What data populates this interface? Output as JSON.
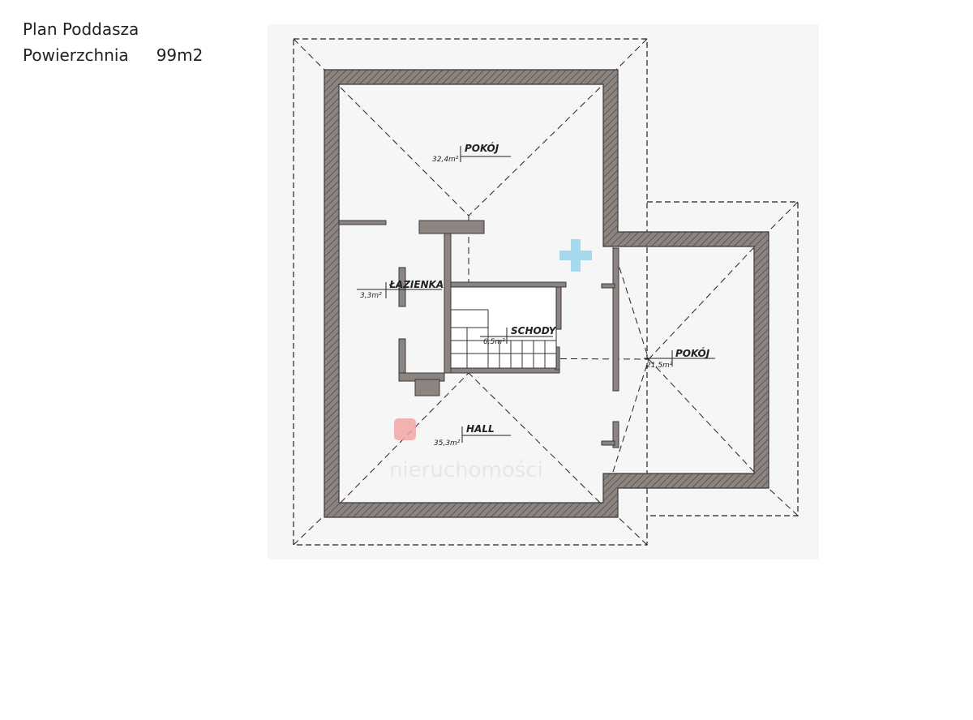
{
  "header": {
    "title": "Plan Poddasza",
    "area_label": "Powierzchnia",
    "area_value": "99m2"
  },
  "rooms": {
    "pokoj_top": {
      "name": "POKÓJ",
      "area": "32,4m²"
    },
    "lazienka": {
      "name": "ŁAZIENKA",
      "area": "3,3m²"
    },
    "schody": {
      "name": "SCHODY",
      "area": "6,5m²"
    },
    "pokoj_right": {
      "name": "POKÓJ",
      "area": "21,5m²"
    },
    "hall": {
      "name": "HALL",
      "area": "35,3m²"
    }
  },
  "watermark": {
    "text": "nieruchomości"
  },
  "colors": {
    "wall_fill": "#8c8481",
    "wall_edge": "#3a3a3a",
    "partition": "#555555",
    "dashed": "#222222",
    "marker_plus": "#9fd6ee",
    "marker_square": "#f2a6a6"
  }
}
